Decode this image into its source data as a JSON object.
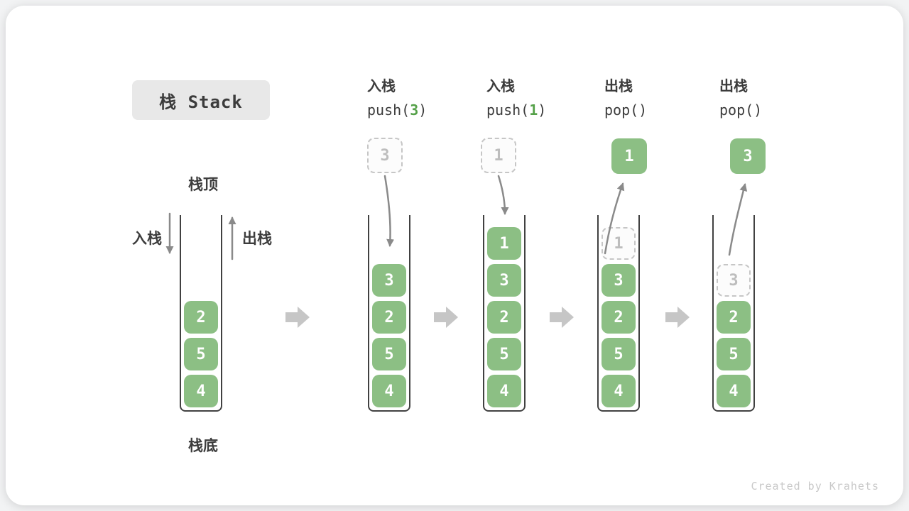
{
  "page": {
    "title": "栈 Stack",
    "watermark": "Created by Krahets"
  },
  "legend": {
    "stack_top": "栈顶",
    "stack_bottom": "栈底",
    "push_label": "入栈",
    "pop_label": "出栈"
  },
  "colors": {
    "cell_green": "#8CBF84",
    "code_arg_green": "#55A149",
    "thin_arrow_gray": "#8A8A8A",
    "step_arrow_gray": "#C6C6C6",
    "border_dark": "#414141",
    "ghost_border": "#C6C6C6",
    "title_box_bg": "#E8E8E8"
  },
  "operations": [
    {
      "name": "入栈",
      "code_pre": "push(",
      "code_arg": "3",
      "code_post": ")"
    },
    {
      "name": "入栈",
      "code_pre": "push(",
      "code_arg": "1",
      "code_post": ")"
    },
    {
      "name": "出栈",
      "code_pre": "pop(",
      "code_arg": "",
      "code_post": ")"
    },
    {
      "name": "出栈",
      "code_pre": "pop(",
      "code_arg": "",
      "code_post": ")"
    }
  ],
  "stacks": [
    {
      "cells": [
        {
          "v": "2"
        },
        {
          "v": "5"
        },
        {
          "v": "4"
        }
      ]
    },
    {
      "floating": {
        "v": "3"
      },
      "cells": [
        {
          "v": "3"
        },
        {
          "v": "2"
        },
        {
          "v": "5"
        },
        {
          "v": "4"
        }
      ]
    },
    {
      "floating": {
        "v": "1"
      },
      "cells": [
        {
          "v": "1"
        },
        {
          "v": "3"
        },
        {
          "v": "2"
        },
        {
          "v": "5"
        },
        {
          "v": "4"
        }
      ]
    },
    {
      "floating": {
        "v": "1"
      },
      "cells": [
        {
          "v": "1"
        },
        {
          "v": "3"
        },
        {
          "v": "2"
        },
        {
          "v": "5"
        },
        {
          "v": "4"
        }
      ]
    },
    {
      "floating": {
        "v": "3"
      },
      "cells": [
        {
          "v": "3"
        },
        {
          "v": "2"
        },
        {
          "v": "5"
        },
        {
          "v": "4"
        }
      ]
    }
  ]
}
